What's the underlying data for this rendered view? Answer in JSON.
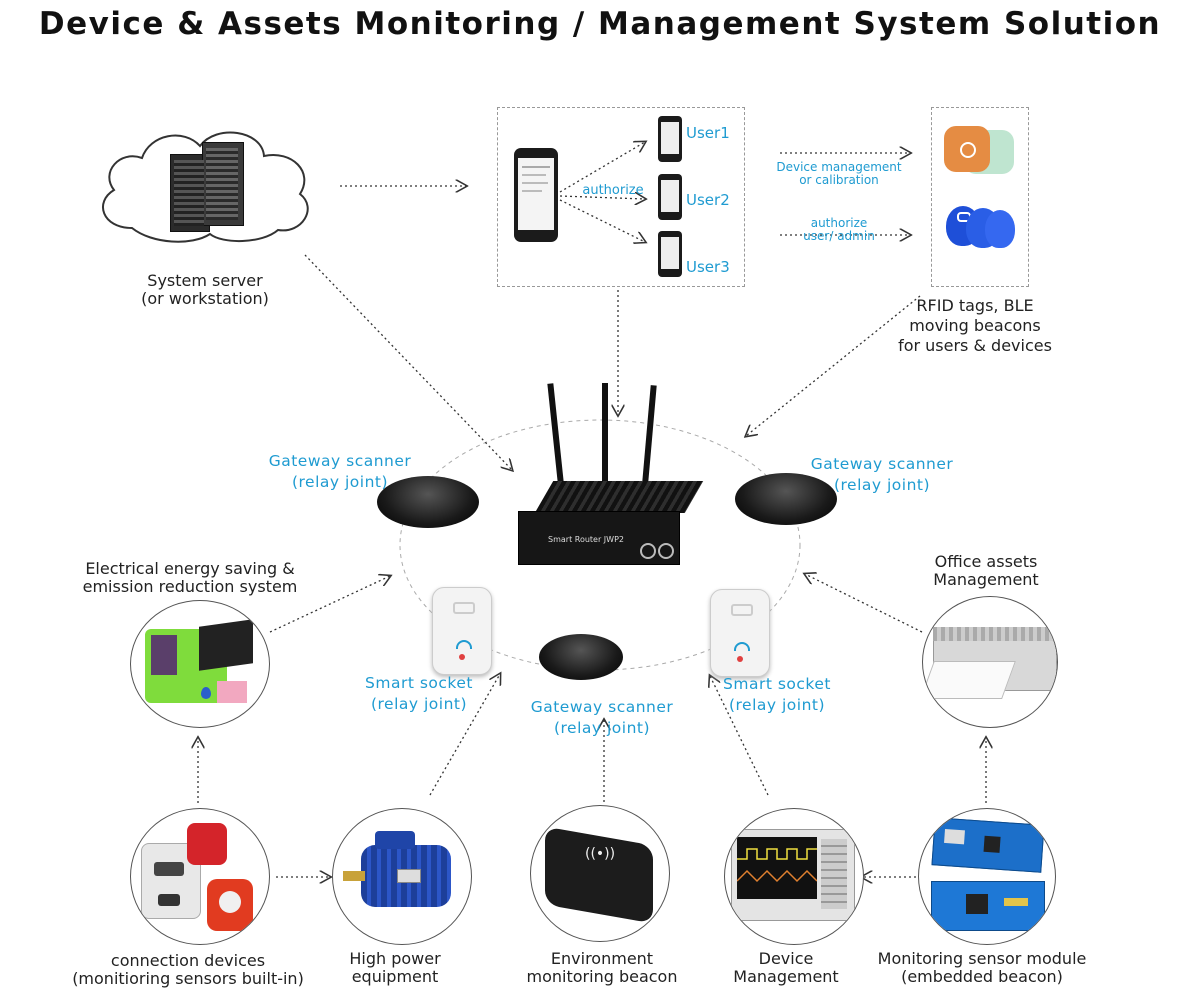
{
  "title": "Device & Assets Monitoring / Management System Solution",
  "server": {
    "line1": "System server",
    "line2": "(or workstation)"
  },
  "users": [
    "User1",
    "User2",
    "User3"
  ],
  "authorize_label": "authorize",
  "tags_arrows": {
    "top_line1": "Device management",
    "top_line2": "or calibration",
    "bottom_line1": "authorize",
    "bottom_line2": "user/ admin"
  },
  "rfid": {
    "line1": "RFID tags, BLE",
    "line2": "moving beacons",
    "line3": "for users & devices"
  },
  "router_text": "Smart Router JWP2",
  "gateway_left": {
    "line1": "Gateway scanner",
    "line2": "(relay joint)"
  },
  "gateway_right": {
    "line1": "Gateway scanner",
    "line2": "(relay joint)"
  },
  "gateway_bottom": {
    "line1": "Gateway scanner",
    "line2": "(relay joint)"
  },
  "socket_left": {
    "line1": "Smart socket",
    "line2": "(relay joint)"
  },
  "socket_right": {
    "line1": "Smart socket",
    "line2": "(relay joint)"
  },
  "energy": {
    "line1": "Electrical energy saving &",
    "line2": "emission reduction system"
  },
  "office": {
    "line1": "Office assets",
    "line2": "Management"
  },
  "bottom": [
    {
      "line1": "connection devices",
      "line2": "(monitioring sensors built-in)"
    },
    {
      "line1": "High power",
      "line2": "equipment"
    },
    {
      "line1": "Environment",
      "line2": "monitoring beacon"
    },
    {
      "line1": "Device",
      "line2": "Management"
    },
    {
      "line1": "Monitoring sensor module",
      "line2": "(embedded beacon)"
    }
  ],
  "colors": {
    "accent": "#1f9bd1",
    "dark": "#1a1a1a",
    "line": "#444444"
  }
}
